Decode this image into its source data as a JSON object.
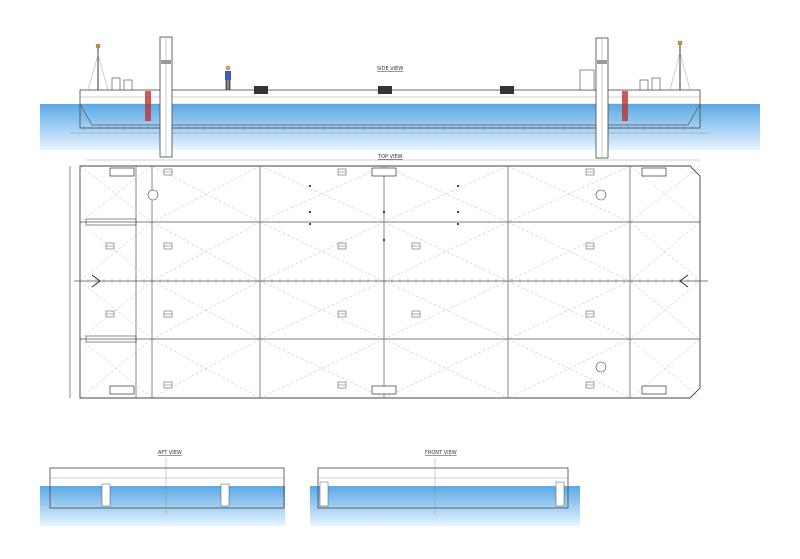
{
  "views": {
    "side": "SIDE VIEW",
    "top": "TOP VIEW",
    "aft": "AFT VIEW",
    "front": "FRONT VIEW"
  },
  "colors": {
    "water_top": "#5aa9e6",
    "water_bottom": "#e8f4ff",
    "line": "#555555",
    "figure": "#3a5fb5"
  },
  "icons": [
    "spud-pole",
    "winch",
    "bollard",
    "mast-light",
    "person",
    "hatch"
  ]
}
